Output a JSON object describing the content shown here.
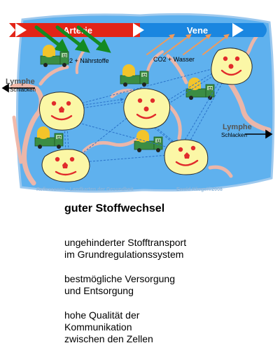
{
  "diagram": {
    "artery_label": "Arterie",
    "vein_label": "Vene",
    "inflow_label": "O2 + Nährstoffe",
    "outflow_label": "CO2 + Wasser",
    "lymph_left_label": "Lymphe",
    "lymph_left_sub": "Schlacken",
    "lymph_right_label": "Lymphe",
    "lymph_right_sub": "Schlacken",
    "credit_left": "Reflexzonen - Landkarten der Gesundheit",
    "credit_right": "Ewald Kliegel©2008",
    "colors": {
      "tissue": "#5fb1ee",
      "artery": "#e32417",
      "vein": "#1a86e0",
      "cell": "#fbf7a6",
      "lymph": "#f3b7a6",
      "inflow_arrow": "#148a22",
      "outflow_arrow": "#ef9a5c"
    }
  },
  "caption": {
    "title": "guter Stoffwechsel",
    "p1": [
      "ungehinderter Stofftransport",
      "im Grundregulationssystem"
    ],
    "p2": [
      "bestmögliche Versorgung",
      "und Entsorgung"
    ],
    "p3": [
      "hohe Qualität der",
      "Kommunikation",
      "zwischen den Zellen"
    ]
  }
}
